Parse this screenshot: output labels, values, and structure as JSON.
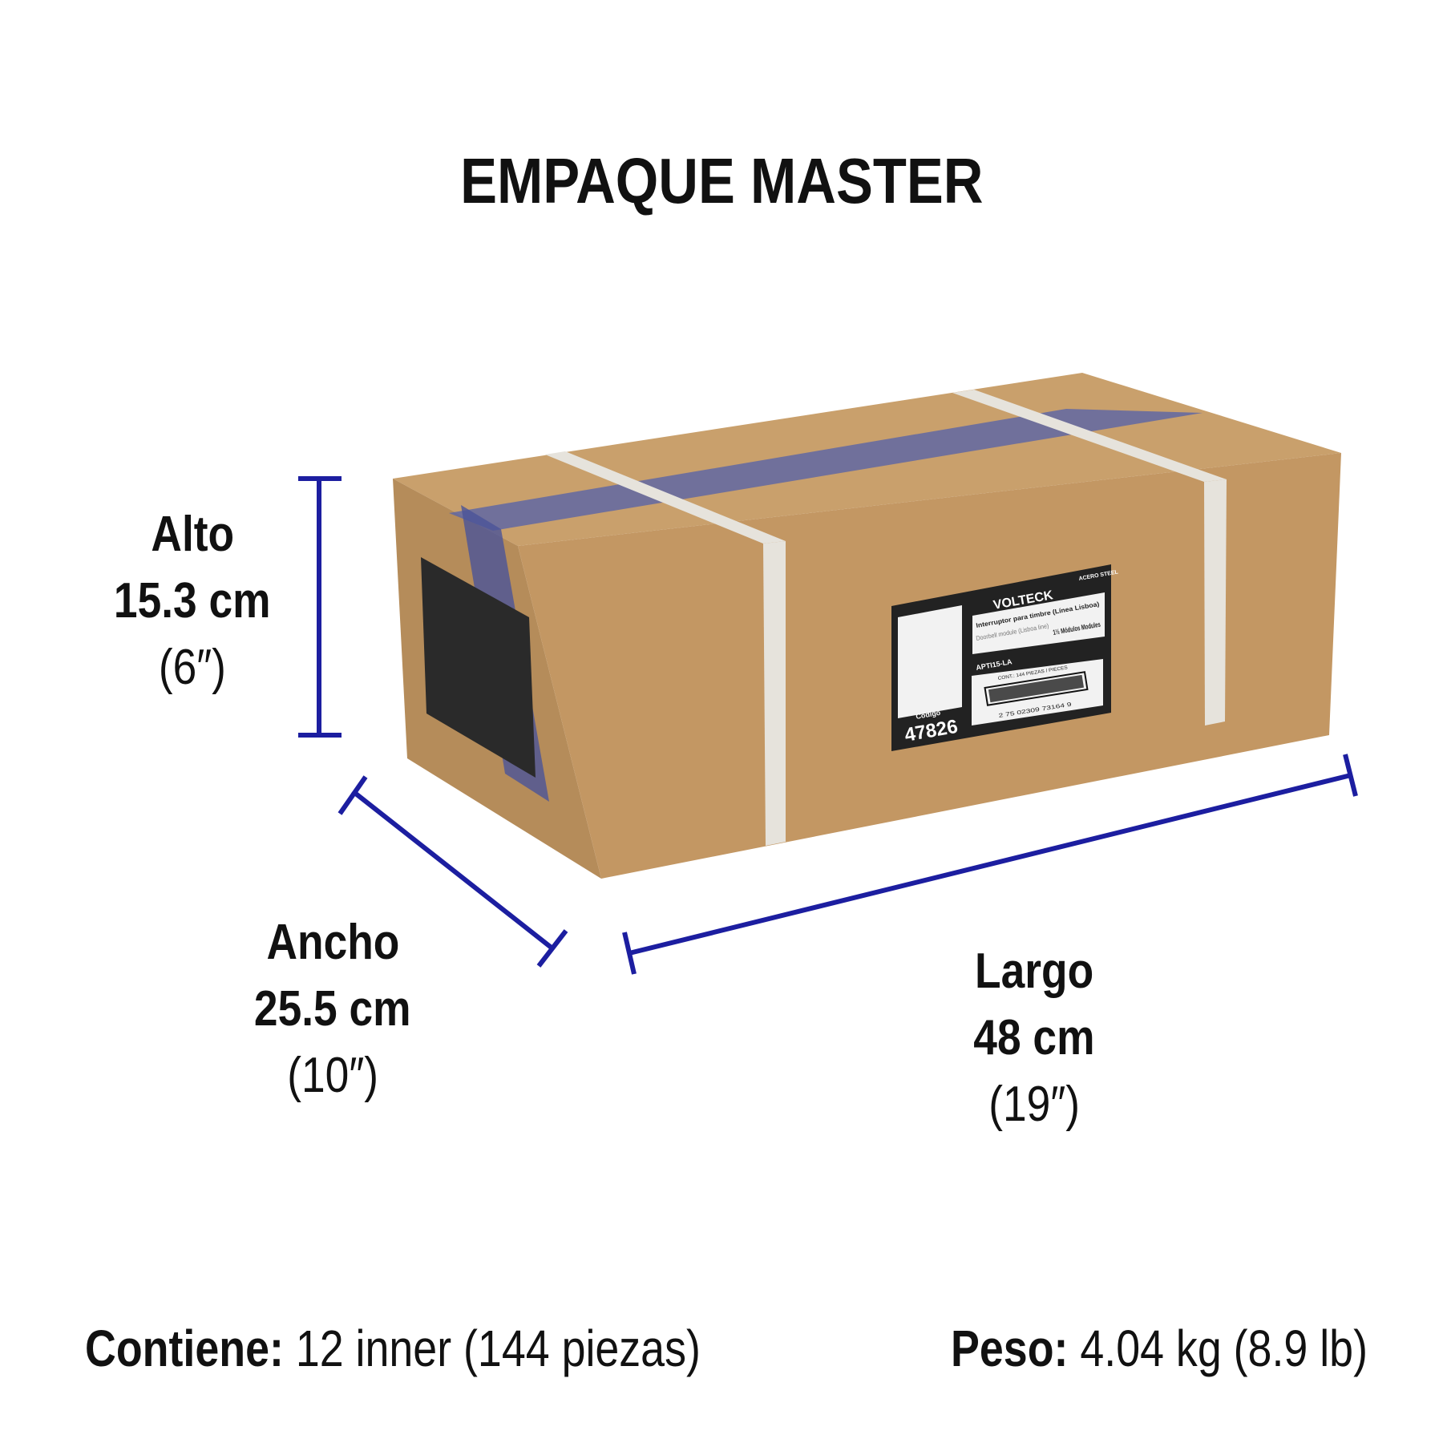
{
  "title": "EMPAQUE MASTER",
  "dimensions": {
    "alto": {
      "label": "Alto",
      "metric": "15.3 cm",
      "imperial": "(6″)"
    },
    "ancho": {
      "label": "Ancho",
      "metric": "25.5 cm",
      "imperial": "(10″)"
    },
    "largo": {
      "label": "Largo",
      "metric": "48 cm",
      "imperial": "(19″)"
    }
  },
  "contents": {
    "label": "Contiene:",
    "value": "12 inner (144 piezas)"
  },
  "weight": {
    "label": "Peso:",
    "value": "4.04 kg (8.9 lb)"
  },
  "box_label": {
    "brand": "VOLTECK",
    "material": "ACERO STEEL",
    "product_es": "Interruptor para timbre (Línea Lisboa)",
    "product_en": "Doorbell module (Lisboa line)",
    "modules": "1½ Módulos Modules",
    "clave": "APTI15-LA",
    "cont": "CONT.: 144 PIEZAS / PIECES",
    "barcode": "2 75 02309 73164 9",
    "codigo_label": "Código",
    "codigo": "47826"
  },
  "colors": {
    "dimension_line": "#1c1ea0",
    "cardboard": "#c49a66",
    "text": "#111111"
  }
}
